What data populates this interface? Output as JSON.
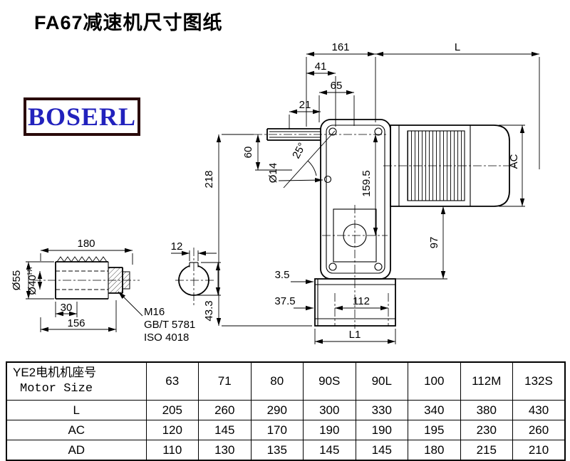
{
  "page": {
    "title": "FA67减速机尺寸图纸"
  },
  "logo": {
    "text": "BOSERL"
  },
  "colors": {
    "background": "#ffffff",
    "line": "#000000",
    "logo_text": "#2222bd",
    "logo_border": "#2a0a0a"
  },
  "drawing": {
    "main": {
      "dim_161": "161",
      "dim_L": "L",
      "dim_41": "41",
      "dim_65": "65",
      "dim_21": "21",
      "dim_60": "60",
      "dim_dia14": "Ø14",
      "dim_218": "218",
      "dim_25deg": "25°",
      "dim_AC": "AC",
      "dim_159_5": "159.5",
      "dim_97": "97",
      "dim_3_5": "3.5",
      "dim_37_5": "37.5",
      "dim_112": "112",
      "dim_L1": "L1"
    },
    "shaft_detail": {
      "dim_180": "180",
      "dim_dia55": "Ø55",
      "dim_dia40_base": "Ø40",
      "dim_dia40_sup": "H7",
      "dim_30": "30",
      "dim_156": "156",
      "bolt_spec_1": "M16",
      "bolt_spec_2": "GB/T 5781",
      "bolt_spec_3": "ISO 4018",
      "dim_12": "12",
      "dim_43_3": "43.3"
    }
  },
  "table": {
    "header": {
      "line1": "YE2电机机座号",
      "line2": "Motor Size"
    },
    "sizes": [
      "63",
      "71",
      "80",
      "90S",
      "90L",
      "100",
      "112M",
      "132S"
    ],
    "rows": [
      {
        "label": "L",
        "values": [
          "205",
          "260",
          "290",
          "300",
          "330",
          "340",
          "380",
          "430"
        ]
      },
      {
        "label": "AC",
        "values": [
          "120",
          "145",
          "170",
          "190",
          "190",
          "195",
          "230",
          "260"
        ]
      },
      {
        "label": "AD",
        "values": [
          "110",
          "130",
          "135",
          "145",
          "145",
          "180",
          "215",
          "210"
        ]
      }
    ]
  }
}
